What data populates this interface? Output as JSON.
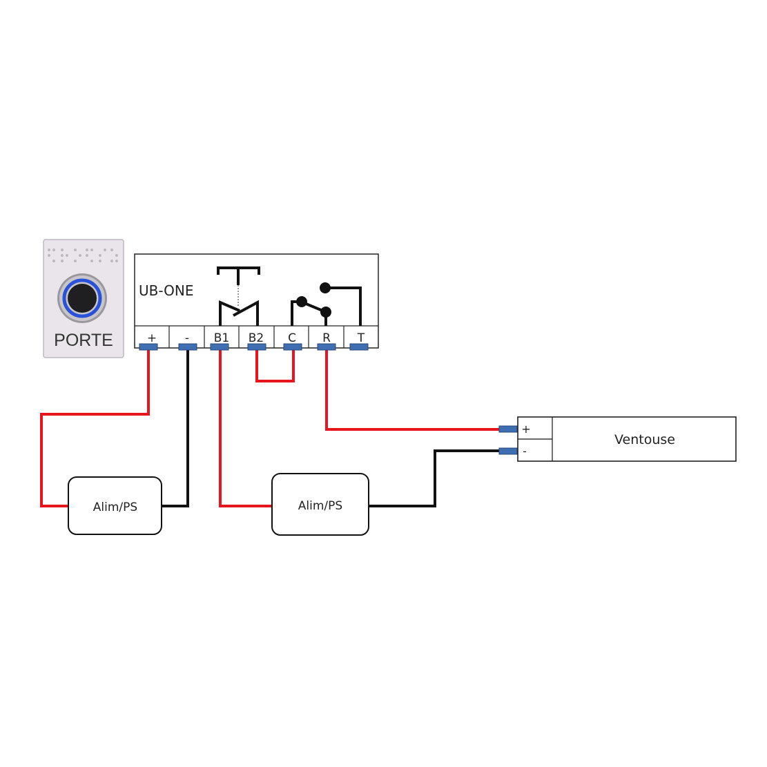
{
  "button_panel": {
    "label": "PORTE",
    "icon": "braille-push-button-icon"
  },
  "controller": {
    "title": "UB-ONE",
    "terminals": [
      "+",
      "-",
      "B1",
      "B2",
      "C",
      "R",
      "T"
    ]
  },
  "power_supplies": [
    {
      "label": "Alim/PS"
    },
    {
      "label": "Alim/PS"
    }
  ],
  "lock": {
    "label": "Ventouse",
    "terminals": [
      "+",
      "-"
    ]
  },
  "colors": {
    "positive_wire": "#e8141e",
    "negative_wire": "#111111",
    "connector": "#3f6fb2",
    "connector_border": "#27477a",
    "led_ring": "#2a52d8"
  }
}
